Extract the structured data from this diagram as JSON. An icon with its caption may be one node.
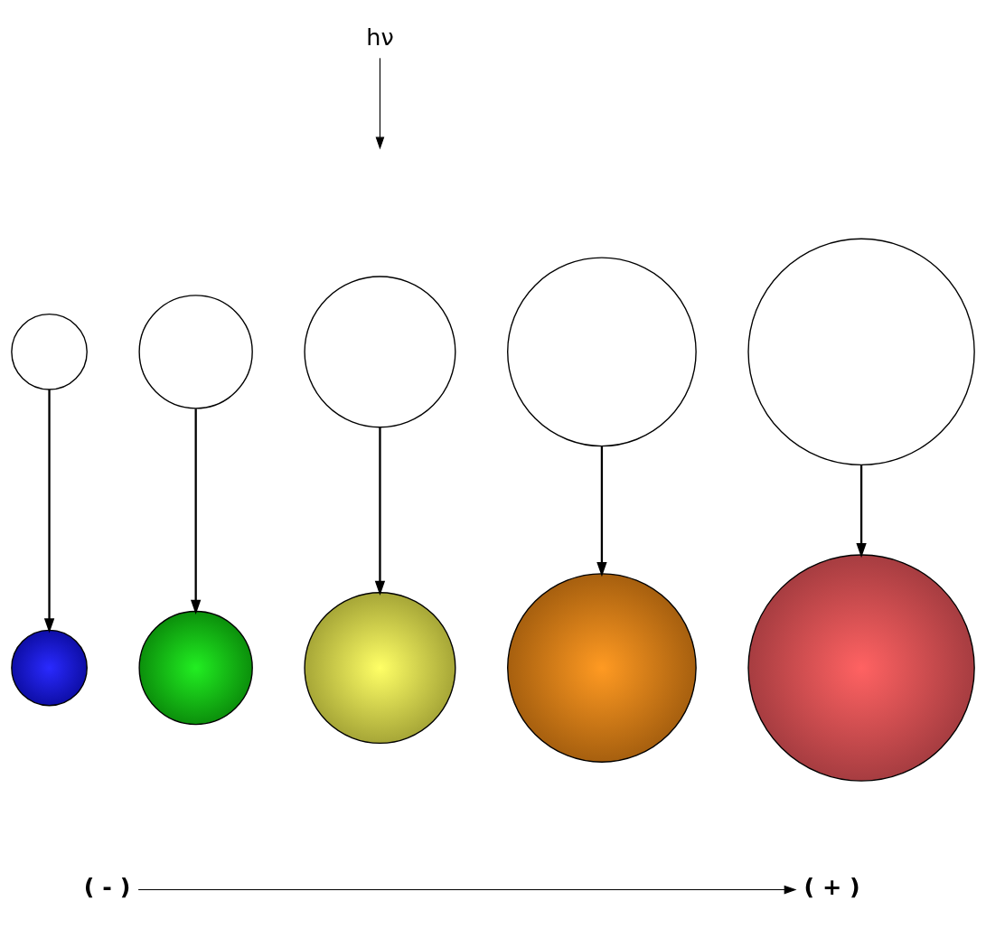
{
  "diagram": {
    "nodes": [
      {
        "text": [
          "hν"
        ]
      },
      {
        "text": [],
        "shape": "circle"
      },
      {
        "text": [],
        "shape": "circle"
      },
      {
        "text": [],
        "shape": "circle"
      },
      {
        "text": [],
        "shape": "circle"
      },
      {
        "text": [],
        "shape": "circle"
      },
      {
        "text": [],
        "shape": "circle"
      },
      {
        "text": [],
        "shape": "circle"
      },
      {
        "text": [],
        "shape": "circle"
      },
      {
        "text": [],
        "shape": "circle"
      },
      {
        "text": [],
        "shape": "circle"
      },
      {
        "text": [
          "( - )"
        ]
      },
      {
        "text": [
          "( + )"
        ]
      }
    ],
    "edges": [
      {
        "from": 0,
        "to": null,
        "arrow": "to"
      },
      {
        "from": 1,
        "to": 6,
        "arrow": "to"
      },
      {
        "from": 2,
        "to": 7,
        "arrow": "to"
      },
      {
        "from": 3,
        "to": 8,
        "arrow": "to"
      },
      {
        "from": 4,
        "to": 9,
        "arrow": "to"
      },
      {
        "from": 5,
        "to": 10,
        "arrow": "to"
      },
      {
        "from": 11,
        "to": 12,
        "arrow": "to"
      }
    ]
  }
}
